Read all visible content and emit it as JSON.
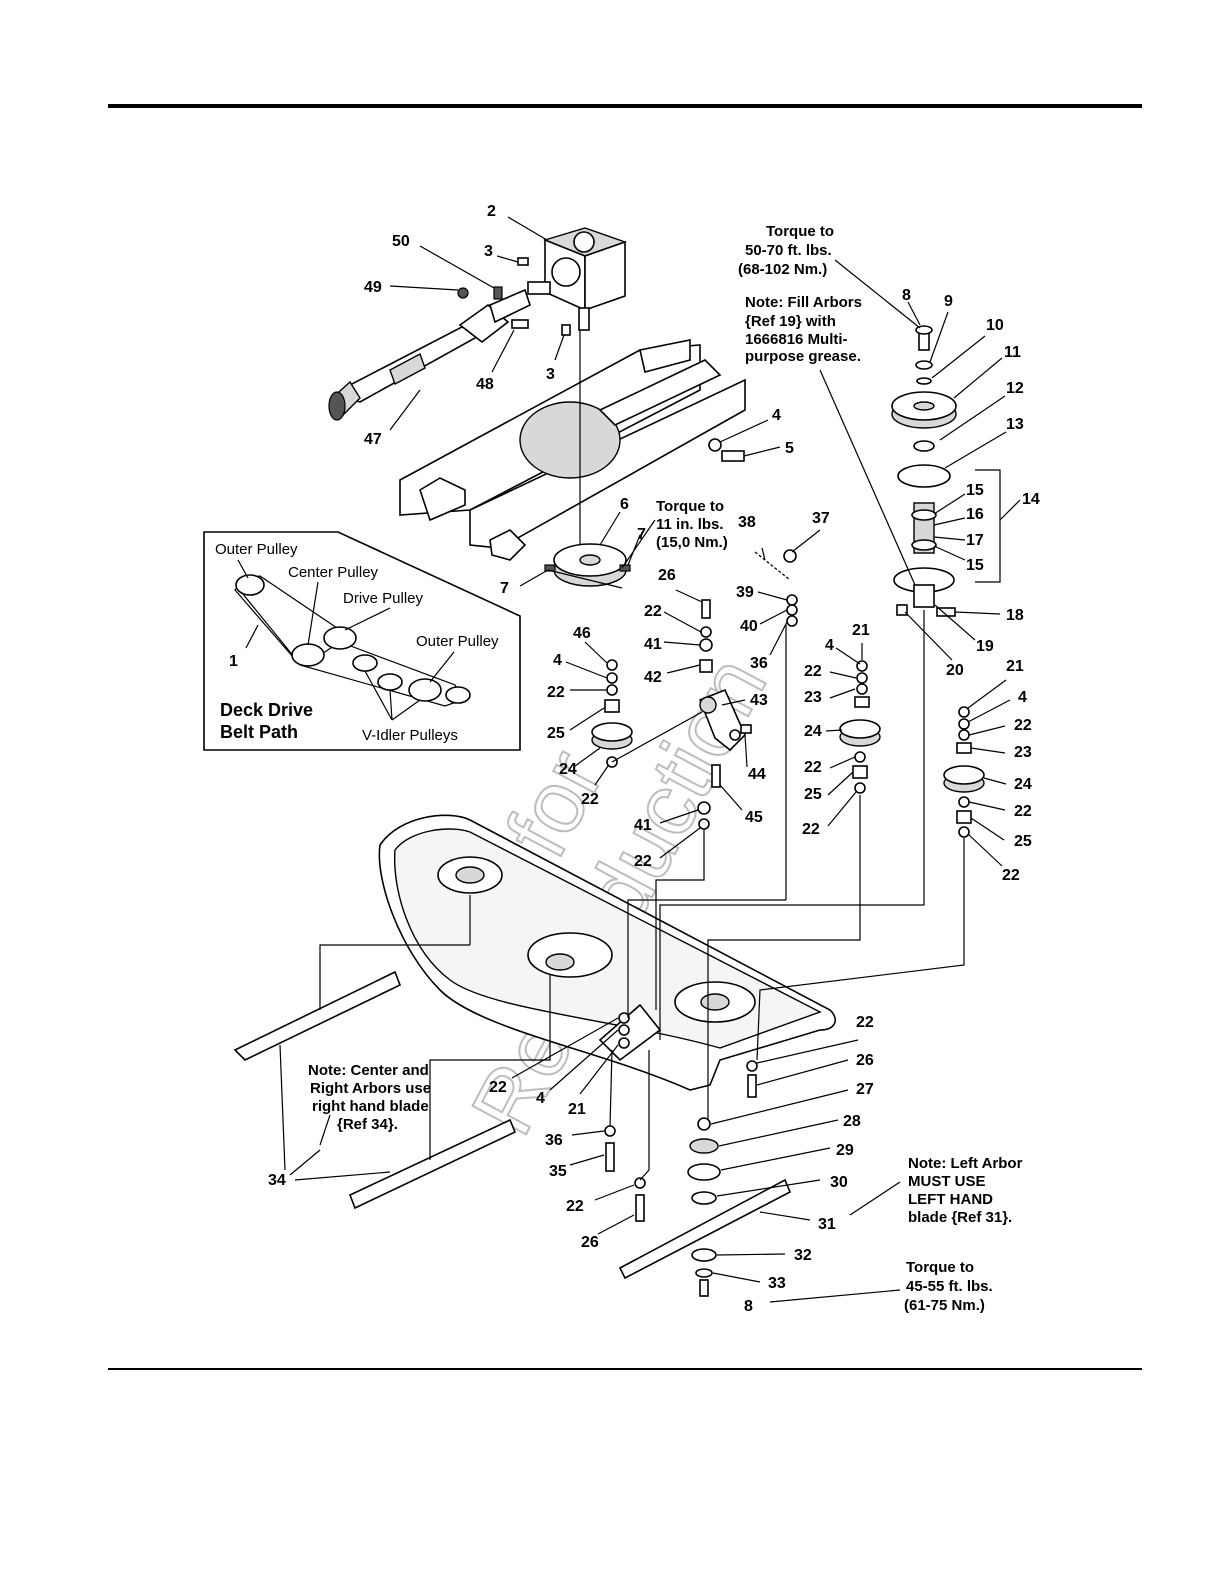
{
  "callouts": [
    {
      "id": "c-2",
      "text": "2"
    },
    {
      "id": "c-50",
      "text": "50"
    },
    {
      "id": "c-3a",
      "text": "3"
    },
    {
      "id": "c-49",
      "text": "49"
    },
    {
      "id": "c-48",
      "text": "48"
    },
    {
      "id": "c-3b",
      "text": "3"
    },
    {
      "id": "c-47",
      "text": "47"
    },
    {
      "id": "c-4a",
      "text": "4"
    },
    {
      "id": "c-5",
      "text": "5"
    },
    {
      "id": "c-6",
      "text": "6"
    },
    {
      "id": "c-7a",
      "text": "7"
    },
    {
      "id": "c-7b",
      "text": "7"
    },
    {
      "id": "c-38",
      "text": "38"
    },
    {
      "id": "c-37",
      "text": "37"
    },
    {
      "id": "c-26a",
      "text": "26"
    },
    {
      "id": "c-39",
      "text": "39"
    },
    {
      "id": "c-40",
      "text": "40"
    },
    {
      "id": "c-22a",
      "text": "22"
    },
    {
      "id": "c-41a",
      "text": "41"
    },
    {
      "id": "c-46",
      "text": "46"
    },
    {
      "id": "c-4b",
      "text": "4"
    },
    {
      "id": "c-42",
      "text": "42"
    },
    {
      "id": "c-22b",
      "text": "22"
    },
    {
      "id": "c-36a",
      "text": "36"
    },
    {
      "id": "c-43",
      "text": "43"
    },
    {
      "id": "c-25a",
      "text": "25"
    },
    {
      "id": "c-24a",
      "text": "24"
    },
    {
      "id": "c-22c",
      "text": "22"
    },
    {
      "id": "c-44",
      "text": "44"
    },
    {
      "id": "c-45",
      "text": "45"
    },
    {
      "id": "c-41b",
      "text": "41"
    },
    {
      "id": "c-22d",
      "text": "22"
    },
    {
      "id": "c-8a",
      "text": "8"
    },
    {
      "id": "c-9",
      "text": "9"
    },
    {
      "id": "c-10",
      "text": "10"
    },
    {
      "id": "c-11",
      "text": "11"
    },
    {
      "id": "c-12",
      "text": "12"
    },
    {
      "id": "c-13",
      "text": "13"
    },
    {
      "id": "c-14",
      "text": "14"
    },
    {
      "id": "c-15a",
      "text": "15"
    },
    {
      "id": "c-16",
      "text": "16"
    },
    {
      "id": "c-17",
      "text": "17"
    },
    {
      "id": "c-15b",
      "text": "15"
    },
    {
      "id": "c-18",
      "text": "18"
    },
    {
      "id": "c-19",
      "text": "19"
    },
    {
      "id": "c-20",
      "text": "20"
    },
    {
      "id": "c-21a",
      "text": "21"
    },
    {
      "id": "c-4c",
      "text": "4"
    },
    {
      "id": "c-22e",
      "text": "22"
    },
    {
      "id": "c-23a",
      "text": "23"
    },
    {
      "id": "c-24b",
      "text": "24"
    },
    {
      "id": "c-22f",
      "text": "22"
    },
    {
      "id": "c-25b",
      "text": "25"
    },
    {
      "id": "c-22g",
      "text": "22"
    },
    {
      "id": "c-21b",
      "text": "21"
    },
    {
      "id": "c-4d",
      "text": "4"
    },
    {
      "id": "c-22h",
      "text": "22"
    },
    {
      "id": "c-23b",
      "text": "23"
    },
    {
      "id": "c-24c",
      "text": "24"
    },
    {
      "id": "c-22i",
      "text": "22"
    },
    {
      "id": "c-25c",
      "text": "25"
    },
    {
      "id": "c-22j",
      "text": "22"
    },
    {
      "id": "c-22k",
      "text": "22"
    },
    {
      "id": "c-26b",
      "text": "26"
    },
    {
      "id": "c-27",
      "text": "27"
    },
    {
      "id": "c-28",
      "text": "28"
    },
    {
      "id": "c-29",
      "text": "29"
    },
    {
      "id": "c-30",
      "text": "30"
    },
    {
      "id": "c-31",
      "text": "31"
    },
    {
      "id": "c-32",
      "text": "32"
    },
    {
      "id": "c-33",
      "text": "33"
    },
    {
      "id": "c-8b",
      "text": "8"
    },
    {
      "id": "c-22l",
      "text": "22"
    },
    {
      "id": "c-4e",
      "text": "4"
    },
    {
      "id": "c-21c",
      "text": "21"
    },
    {
      "id": "c-36b",
      "text": "36"
    },
    {
      "id": "c-35",
      "text": "35"
    },
    {
      "id": "c-22m",
      "text": "22"
    },
    {
      "id": "c-26c",
      "text": "26"
    },
    {
      "id": "c-34",
      "text": "34"
    }
  ],
  "notes": {
    "torque_top": [
      "Torque to",
      "50-70 ft. lbs.",
      "(68-102 Nm.)"
    ],
    "fill_arbors": [
      "Note: Fill Arbors",
      "{Ref 19} with",
      "1666816 Multi-",
      "purpose grease."
    ],
    "torque_mid": [
      "Torque to",
      "11 in. lbs.",
      "(15,0 Nm.)"
    ],
    "center_right": [
      "Note: Center and",
      "Right Arbors use",
      "right hand blade",
      "{Ref 34}."
    ],
    "left_arbor": [
      "Note: Left Arbor",
      "MUST  USE",
      "LEFT HAND",
      "blade {Ref 31}."
    ],
    "torque_bottom": [
      "Torque to",
      "45-55 ft. lbs.",
      "(61-75 Nm.)"
    ]
  },
  "inset": {
    "title": [
      "Deck Drive",
      "Belt Path"
    ],
    "outer_pulley_left": "Outer Pulley",
    "center_pulley": "Center Pulley",
    "drive_pulley": "Drive Pulley",
    "outer_pulley_right": "Outer Pulley",
    "v_idler": "V-Idler Pulleys",
    "belt_ref": "1"
  },
  "watermark": [
    "Not for",
    "Reproduction"
  ]
}
